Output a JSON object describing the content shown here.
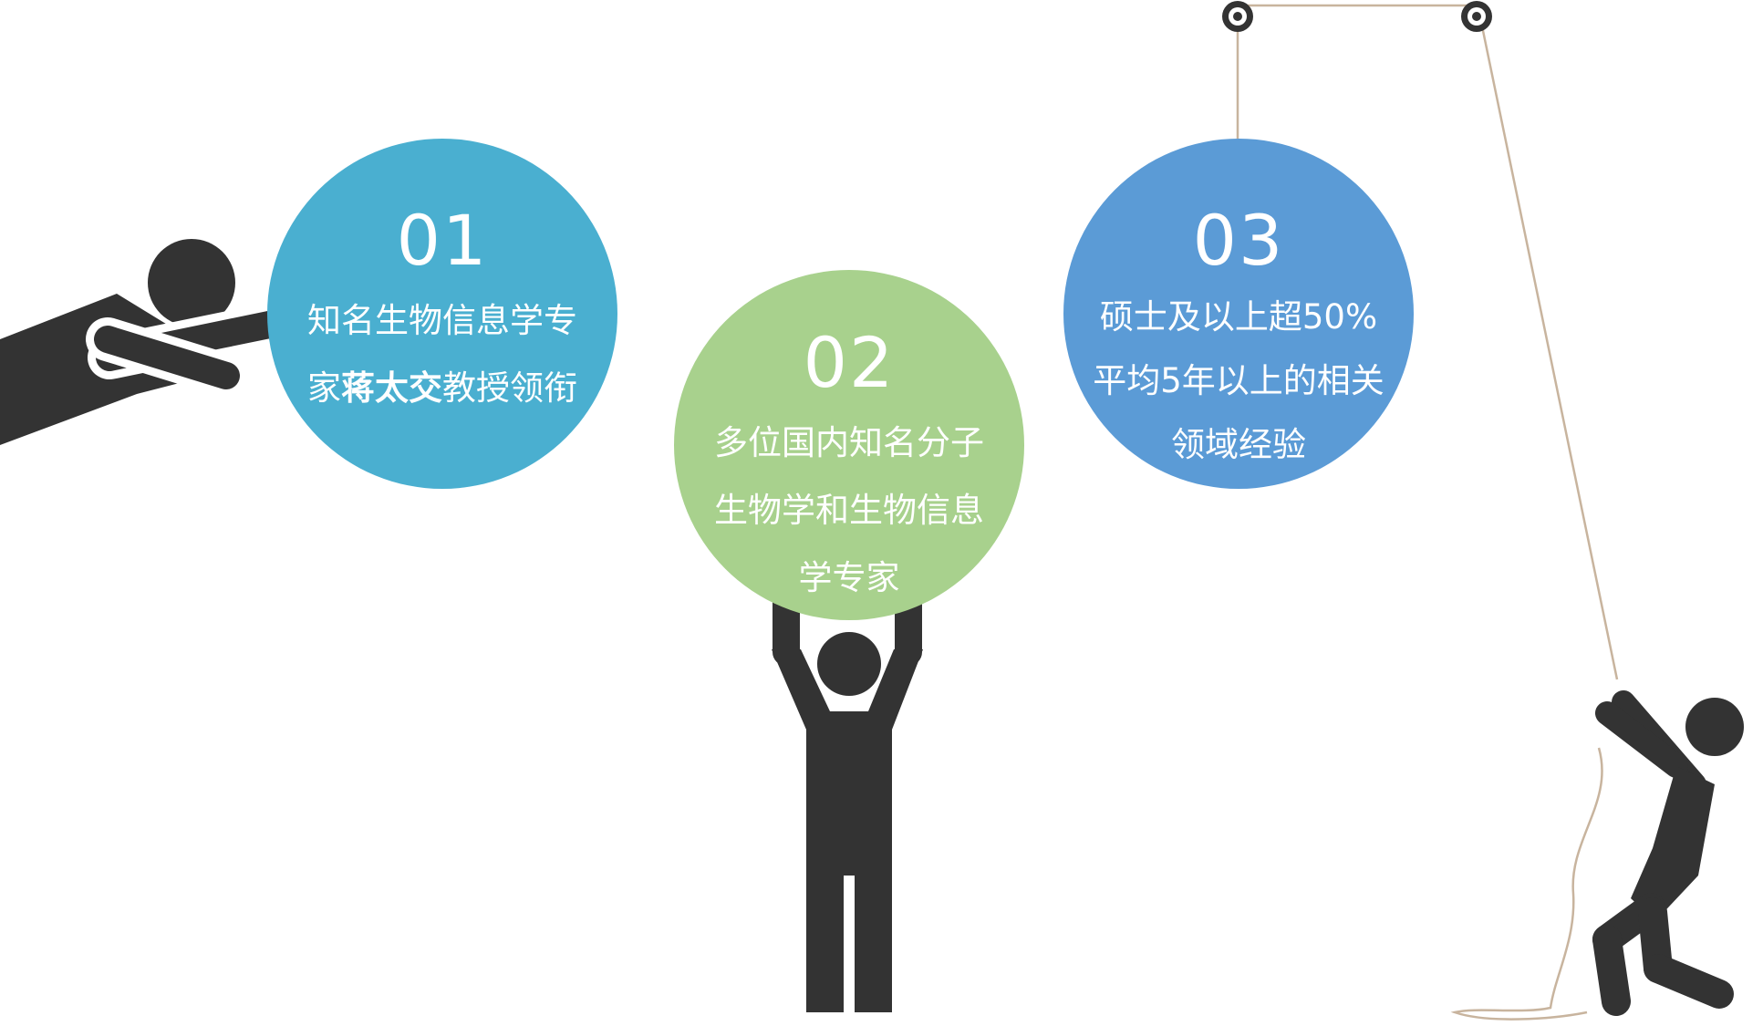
{
  "colors": {
    "bubble_1": "#4aafd0",
    "bubble_2": "#a8d18d",
    "bubble_3": "#5b9bd6",
    "figure": "#333333",
    "rope": "#c8b49e"
  },
  "items": [
    {
      "number": "01",
      "line1": "知名生物信息学专",
      "line2_pre": "家",
      "line2_bold": "蒋太交",
      "line2_post": "教授领衔"
    },
    {
      "number": "02",
      "line1": "多位国内知名分子",
      "line2": "生物学和生物信息",
      "line3": "学专家"
    },
    {
      "number": "03",
      "line1": "硕士及以上超50%",
      "line2": "平均5年以上的相关",
      "line3": "领域经验"
    }
  ],
  "icons": [
    "pushing-person-icon",
    "lifting-person-icon",
    "pulling-person-icon",
    "pulley-icon"
  ]
}
